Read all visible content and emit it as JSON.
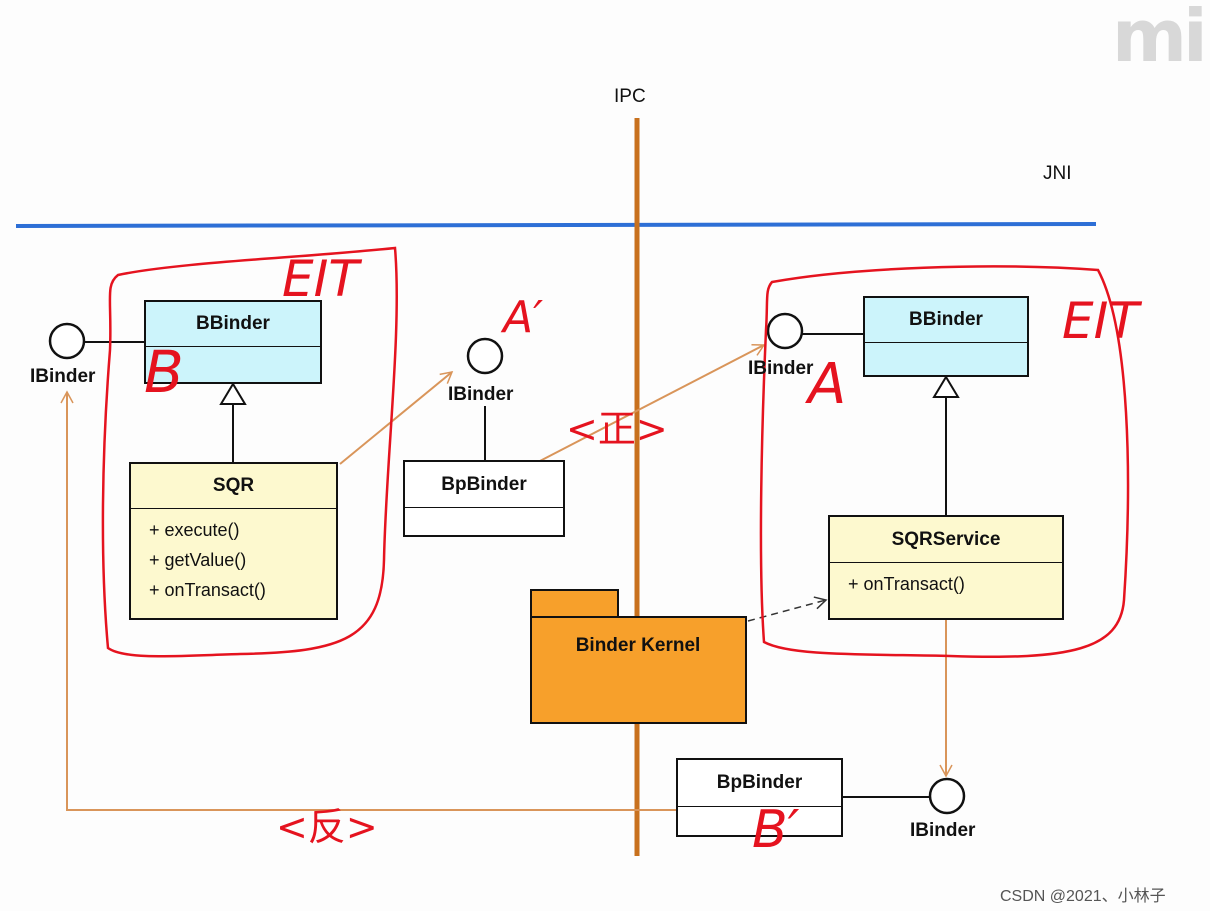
{
  "labels": {
    "ipc": "IPC",
    "jni": "JNI",
    "ibinder": "IBinder"
  },
  "left": {
    "bbinder": "BBinder",
    "sqr": "SQR",
    "sqr_ops": [
      "+ execute()",
      "+ getValue()",
      "+ onTransact()"
    ]
  },
  "middle": {
    "bpbinder": "BpBinder",
    "kernel": "Binder Kernel"
  },
  "right": {
    "bbinder": "BBinder",
    "sqrservice": "SQRService",
    "sqrservice_ops": [
      "+ onTransact()"
    ]
  },
  "bottom": {
    "bpbinder": "BpBinder"
  },
  "annotations": {
    "left_group": "EIT",
    "right_group": "EIT",
    "b": "B",
    "a_prime": "A′",
    "a": "A",
    "b_prime": "B′",
    "forward": "<正>",
    "reverse": "<反>"
  },
  "watermark": "CSDN @2021、小林子",
  "logo": "mi",
  "colors": {
    "ipc_line": "#c8711e",
    "jni_line": "#2d6fd6",
    "arrow": "#d9955a",
    "kernel": "#f7a02b",
    "annotation": "#e5131f"
  }
}
